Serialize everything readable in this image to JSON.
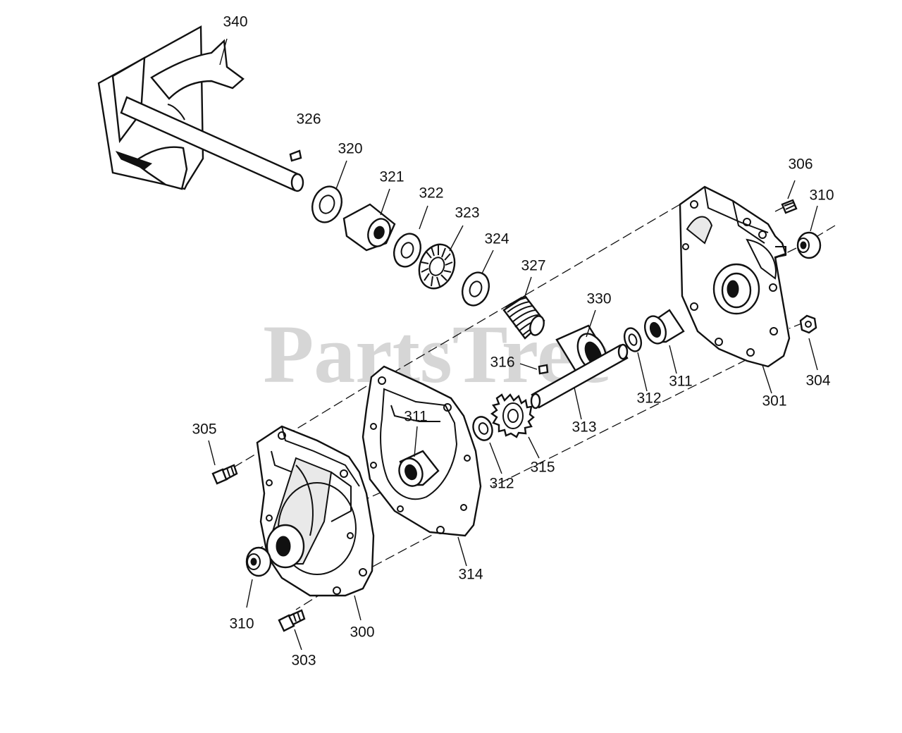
{
  "watermark": "PartsTree",
  "labels": [
    {
      "id": "p340",
      "text": "340"
    },
    {
      "id": "p326",
      "text": "326"
    },
    {
      "id": "p320",
      "text": "320"
    },
    {
      "id": "p321",
      "text": "321"
    },
    {
      "id": "p322",
      "text": "322"
    },
    {
      "id": "p323",
      "text": "323"
    },
    {
      "id": "p324",
      "text": "324"
    },
    {
      "id": "p327",
      "text": "327"
    },
    {
      "id": "p330",
      "text": "330"
    },
    {
      "id": "p316",
      "text": "316"
    },
    {
      "id": "p306",
      "text": "306"
    },
    {
      "id": "p310a",
      "text": "310"
    },
    {
      "id": "p311a",
      "text": "311"
    },
    {
      "id": "p312a",
      "text": "312"
    },
    {
      "id": "p313",
      "text": "313"
    },
    {
      "id": "p301",
      "text": "301"
    },
    {
      "id": "p304",
      "text": "304"
    },
    {
      "id": "p305",
      "text": "305"
    },
    {
      "id": "p311b",
      "text": "311"
    },
    {
      "id": "p312b",
      "text": "312"
    },
    {
      "id": "p315",
      "text": "315"
    },
    {
      "id": "p314",
      "text": "314"
    },
    {
      "id": "p310b",
      "text": "310"
    },
    {
      "id": "p300",
      "text": "300"
    },
    {
      "id": "p303",
      "text": "303"
    }
  ]
}
